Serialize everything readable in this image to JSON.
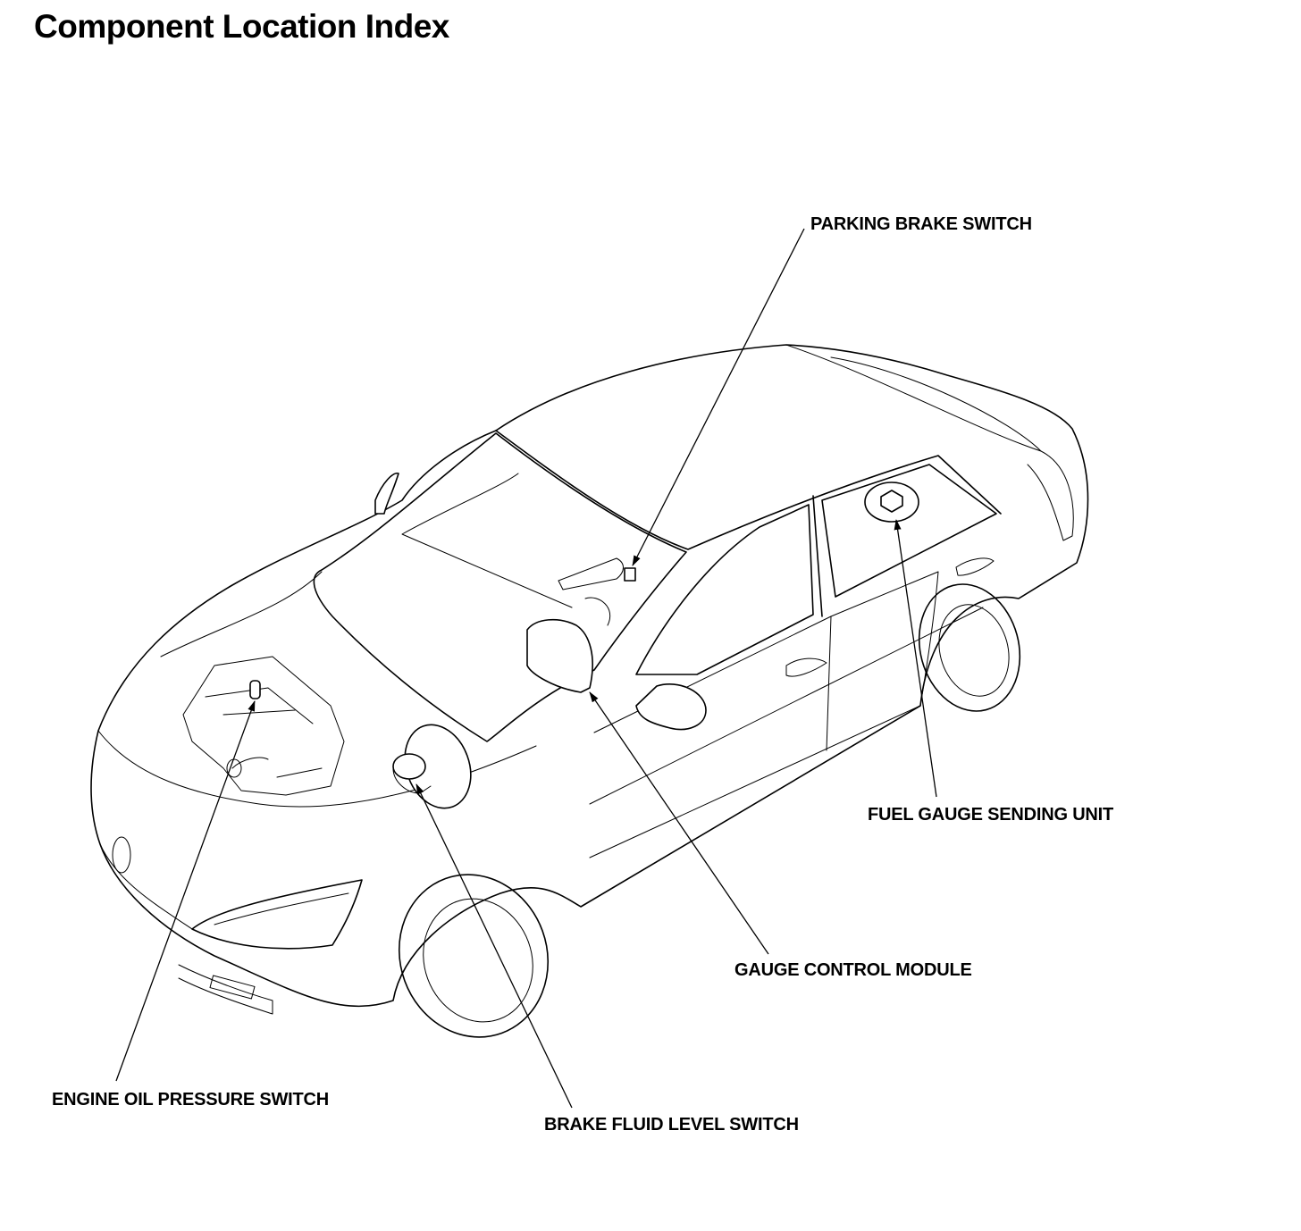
{
  "title": "Component Location Index",
  "components": {
    "parking_brake_switch": "PARKING BRAKE SWITCH",
    "fuel_gauge_sending_unit": "FUEL GAUGE SENDING UNIT",
    "gauge_control_module": "GAUGE CONTROL MODULE",
    "engine_oil_pressure_switch": "ENGINE OIL PRESSURE SWITCH",
    "brake_fluid_level_switch": "BRAKE FLUID LEVEL SWITCH"
  }
}
